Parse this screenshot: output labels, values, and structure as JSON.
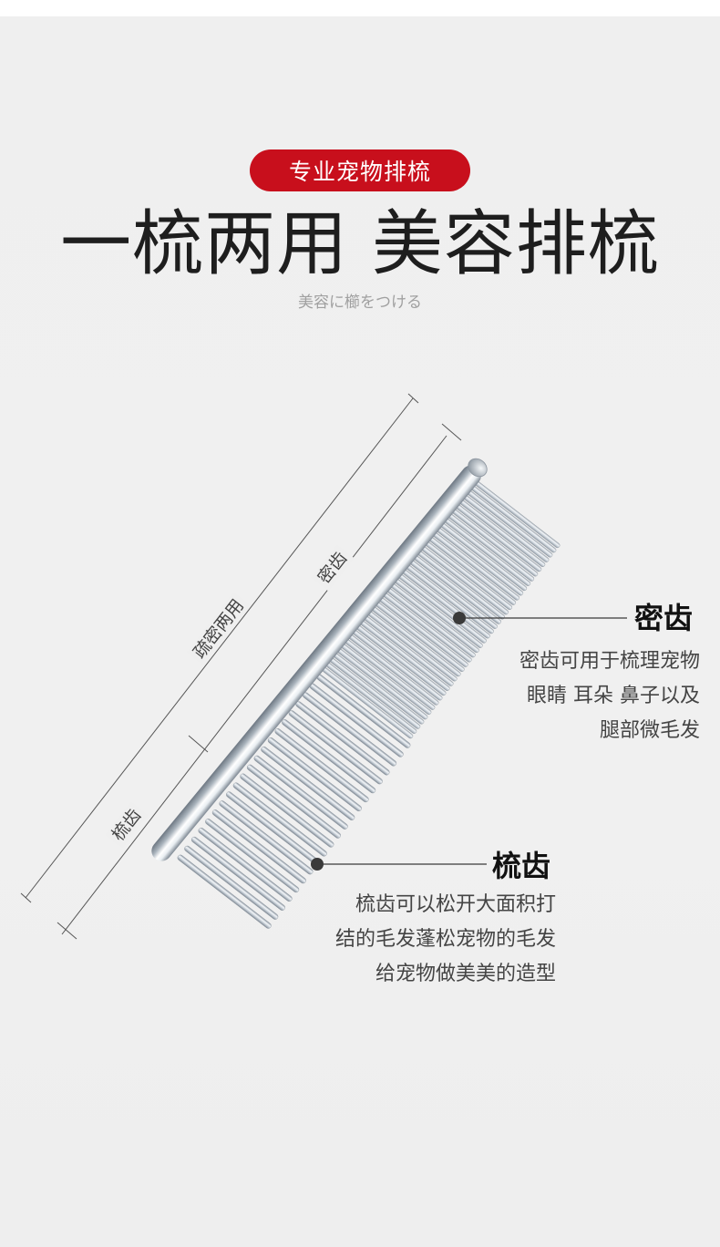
{
  "header": {
    "badge": "专业宠物排梳",
    "headline": "一梳两用  美容排梳",
    "subtitle": "美容に櫛をつける"
  },
  "dimension_labels": {
    "both_uses": "疏密两用",
    "dense": "密齿",
    "sparse": "梳齿"
  },
  "features": [
    {
      "title": "密齿",
      "lines": [
        "密齿可用于梳理宠物",
        "眼睛  耳朵 鼻子以及",
        "腿部微毛发"
      ]
    },
    {
      "title": "梳齿",
      "lines": [
        "梳齿可以松开大面积打",
        "结的毛发蓬松宠物的毛发",
        "给宠物做美美的造型"
      ]
    }
  ],
  "colors": {
    "badge_red": "#c80f1c",
    "background": "#efefef",
    "steel": "#b9c2cb"
  }
}
